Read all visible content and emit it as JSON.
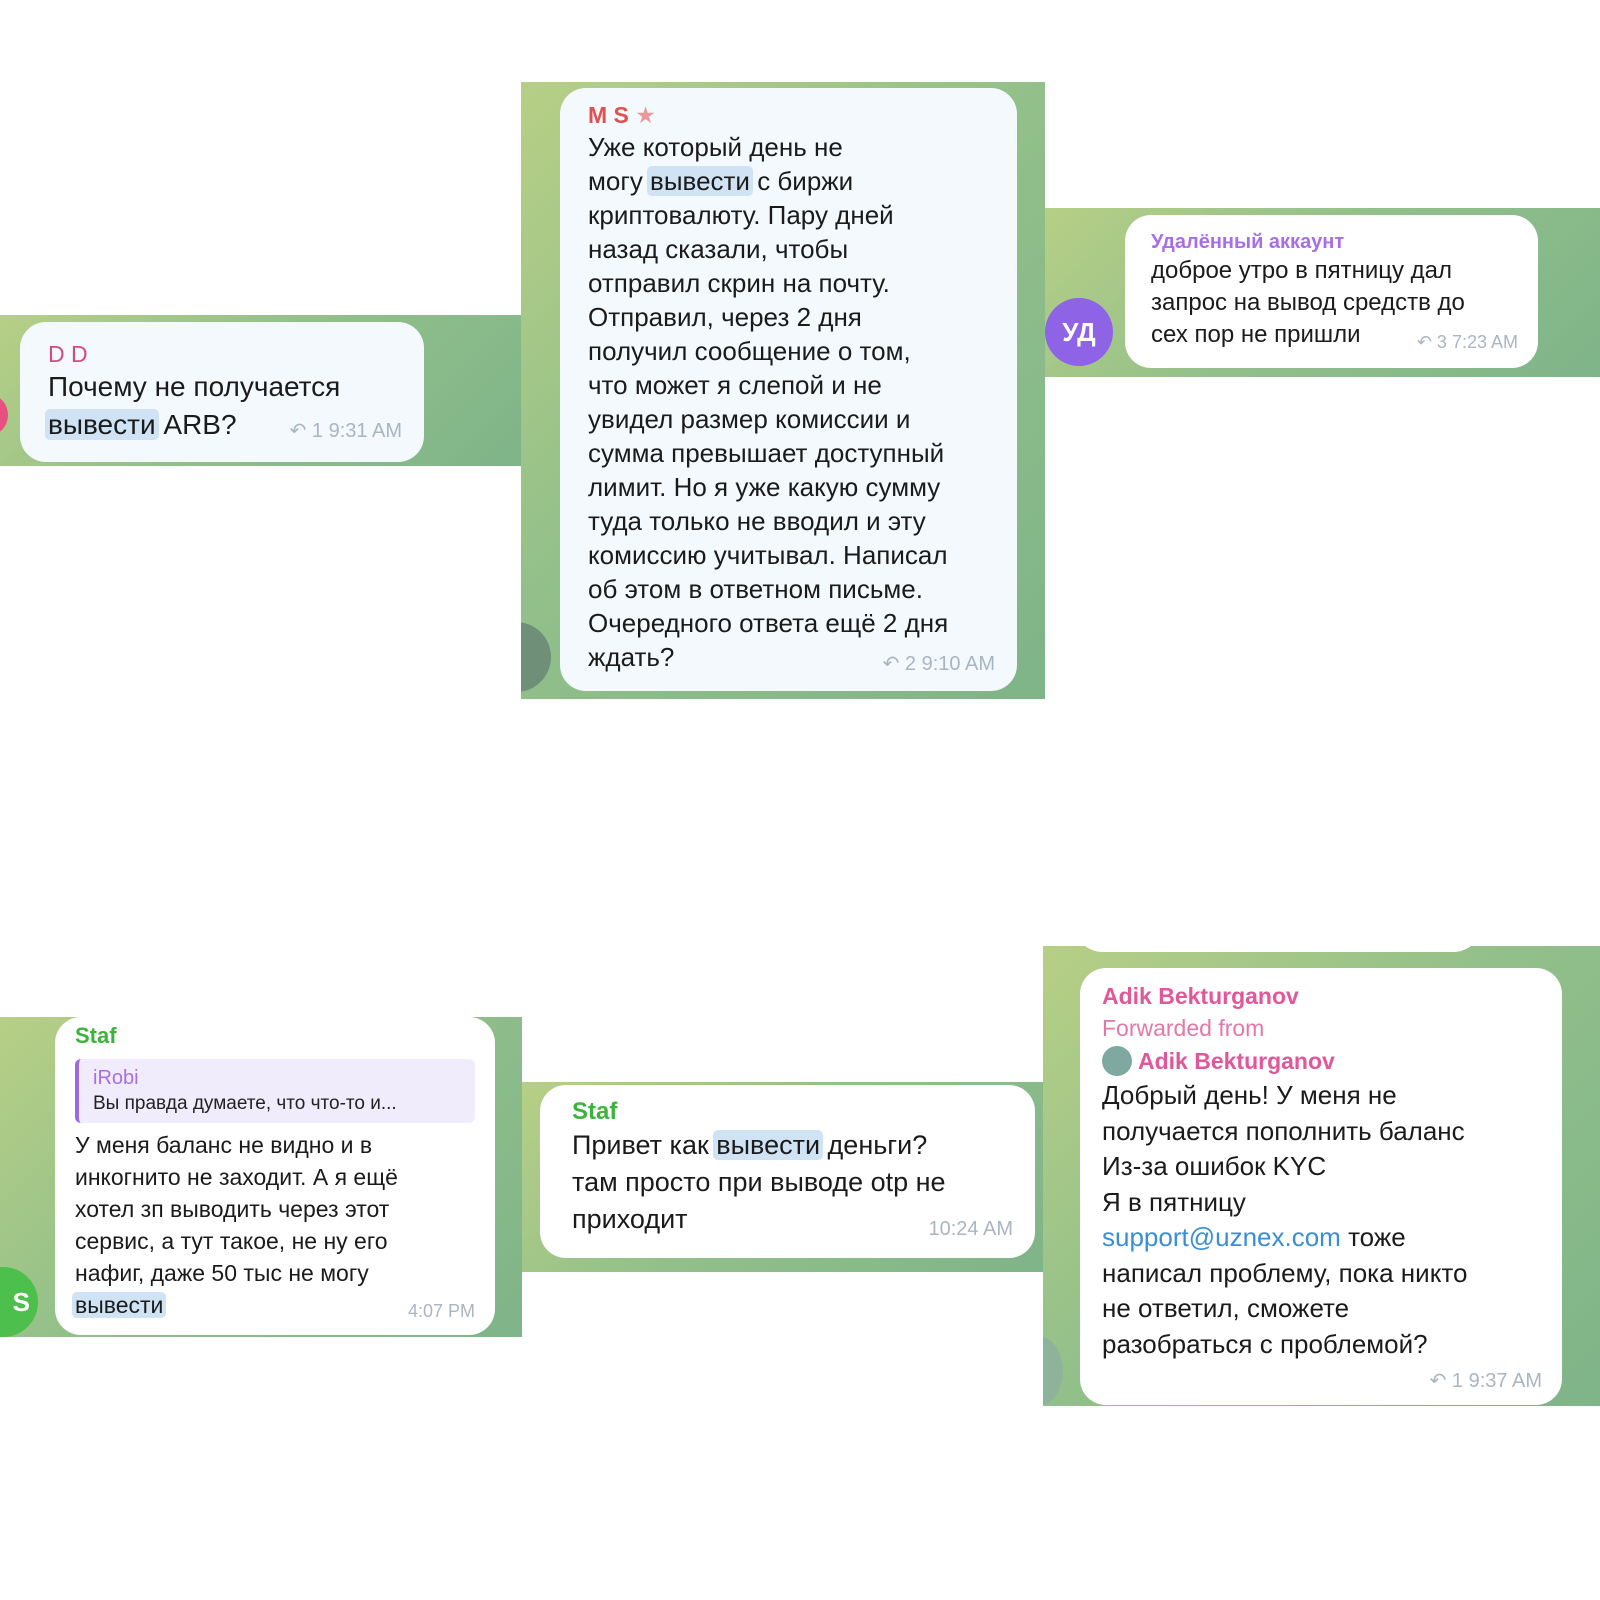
{
  "highlight_term": "вывести",
  "messages": {
    "dd": {
      "sender": "D D",
      "sender_color": "#d54a86",
      "lines": [
        "Почему не получается",
        "вывести ARB?"
      ],
      "replies": "1",
      "time": "9:31 AM"
    },
    "ms": {
      "sender": "M S",
      "star": "★",
      "sender_color": "#e0504f",
      "lines": [
        "Уже который день не",
        "могу вывести с биржи",
        "криптовалюту. Пару дней",
        "назад сказали, чтобы",
        "отправил скрин на почту.",
        "Отправил, через 2 дня",
        "получил сообщение о том,",
        "что может я слепой и не",
        "увидел размер комиссии и",
        "сумма превышает доступный",
        "лимит. Но я уже какую сумму",
        "туда только не вводил и эту",
        "комиссию учитывал. Написал",
        "об этом в ответном письме.",
        "Очередного ответа ещё 2 дня",
        "ждать?"
      ],
      "replies": "2",
      "time": "9:10 AM"
    },
    "ud": {
      "sender": "Удалённый аккаунт",
      "sender_color": "#a76ee8",
      "avatar_initials": "УД",
      "avatar_color": "#8e63e6",
      "lines": [
        "доброе утро в пятницу дал",
        "запрос на вывод средств до",
        "сех пор не пришли"
      ],
      "replies": "3",
      "time": "7:23 AM"
    },
    "staf1": {
      "sender": "Staf",
      "sender_color": "#3db33d",
      "avatar_initials": "S",
      "avatar_color": "#4cbf4c",
      "quote_author": "iRobi",
      "quote_text": "Вы правда думаете, что что-то и...",
      "lines": [
        "У меня баланс не видно и в",
        "инкогнито не заходит. А я ещё",
        "хотел зп выводить через этот",
        "сервис, а тут такое, не ну его",
        "нафиг, даже 50 тыс не могу",
        "вывести"
      ],
      "time": "4:07 PM"
    },
    "staf2": {
      "sender": "Staf",
      "sender_color": "#3db33d",
      "lines": [
        "Привет как вывести деньги?",
        "там просто при выводе otp не",
        "приходит"
      ],
      "time": "10:24 AM"
    },
    "adik": {
      "sender": "Adik Bekturganov",
      "sender_color": "#e0579a",
      "forwarded_label": "Forwarded from",
      "forwarded_name": "Adik Bekturganov",
      "lines": [
        "Добрый день! У меня не",
        "получается пополнить баланс",
        "Из-за ошибок KYC",
        "Я в пятницу"
      ],
      "email": "support@uznex.com",
      "email_suffix": " тоже",
      "lines_after": [
        "написал проблему, пока никто",
        "не ответил, сможете",
        "разобраться с проблемой?"
      ],
      "replies": "1",
      "time": "9:37 AM"
    }
  },
  "icons": {
    "reply": "↶"
  }
}
